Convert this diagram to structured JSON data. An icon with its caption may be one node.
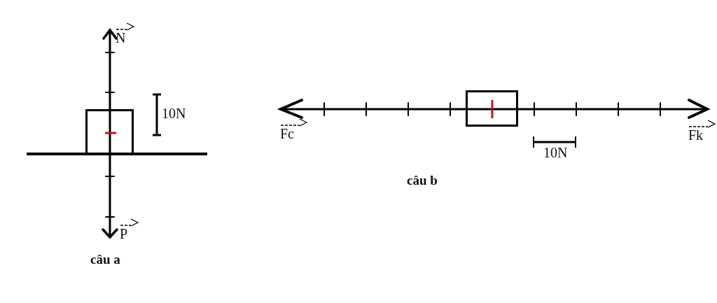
{
  "diagram": {
    "nodes": [
      {
        "text": [],
        "shape": "box"
      },
      {
        "text": [],
        "shape": "box"
      }
    ],
    "labels": [
      "N",
      "10N",
      "P",
      "câu a",
      "Fc",
      "Fk",
      "10N",
      "câu b"
    ]
  }
}
